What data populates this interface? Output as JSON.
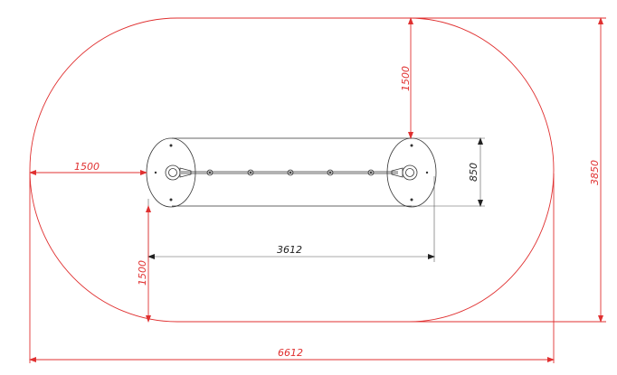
{
  "dimensions": {
    "safety_zone_length": "6612",
    "safety_zone_width": "3850",
    "clearance_left": "1500",
    "clearance_top": "1500",
    "clearance_bottom": "1500",
    "equipment_length": "3612",
    "equipment_width": "850"
  },
  "colors": {
    "safety_zone": "#e03030",
    "equipment": "#333333"
  }
}
